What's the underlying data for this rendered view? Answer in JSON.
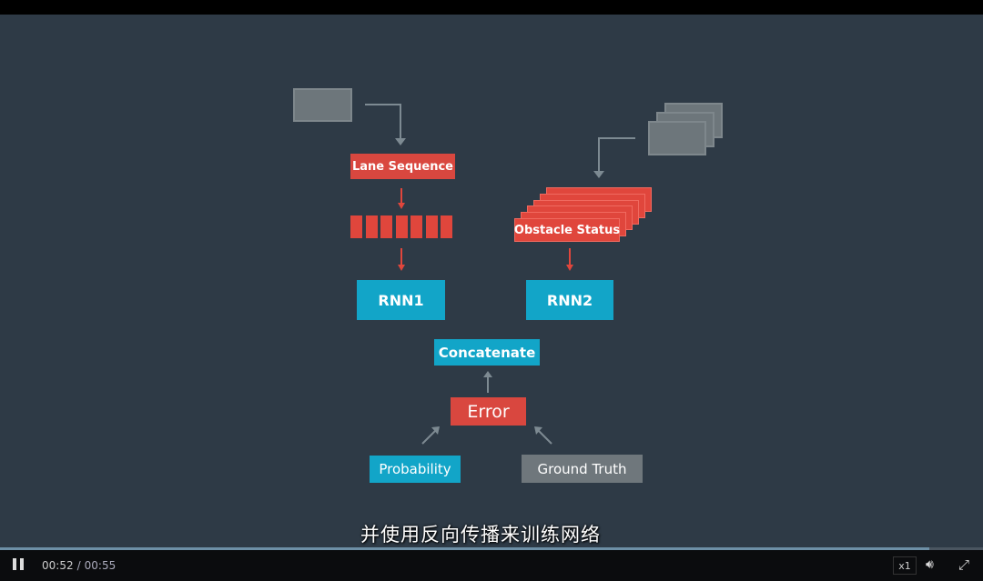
{
  "diagram": {
    "lane_sequence": "Lane Sequence",
    "obstacle_status": "Obstacle Status",
    "rnn1": "RNN1",
    "rnn2": "RNN2",
    "concatenate": "Concatenate",
    "error": "Error",
    "probability": "Probability",
    "ground_truth": "Ground Truth"
  },
  "subtitle": "并使用反向传播来训练网络",
  "player": {
    "current_time": "00:52",
    "separator": "/",
    "duration": "00:55",
    "speed": "x1",
    "progress_fraction": 0.945,
    "icons": [
      "pause-icon",
      "volume-icon",
      "fullscreen-icon"
    ]
  },
  "colors": {
    "red": "#d9473f",
    "cyan": "#12a5c8",
    "gray": "#6f777c",
    "background": "#2e3a46"
  }
}
